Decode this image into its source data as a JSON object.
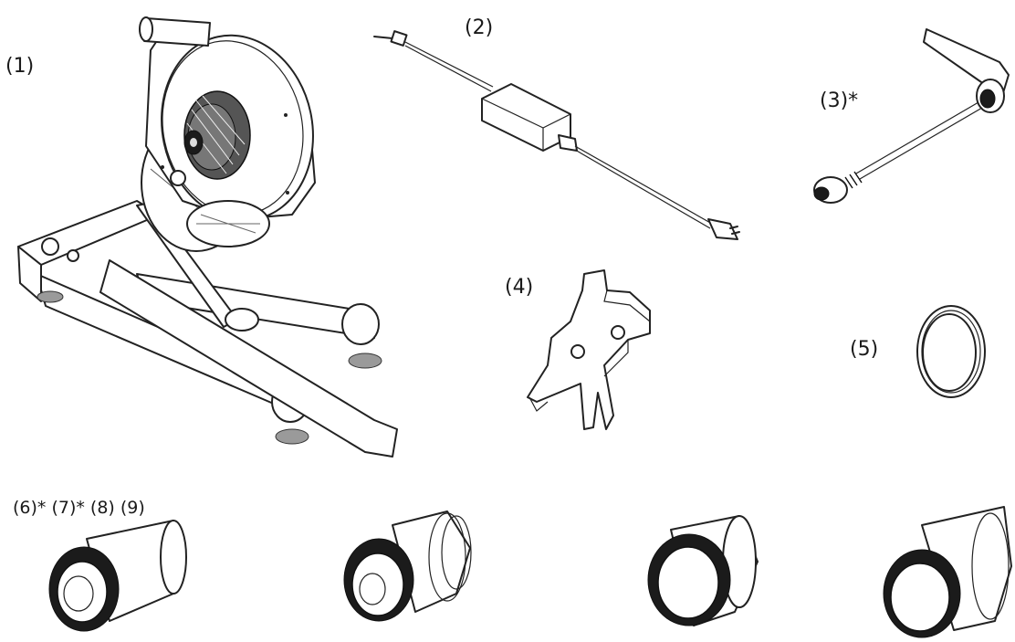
{
  "parts": [
    {
      "id": "trainer",
      "label": "(1)"
    },
    {
      "id": "power-adapter",
      "label": "(2)"
    },
    {
      "id": "thru-axle",
      "label": "(3)*"
    },
    {
      "id": "cassette-tool",
      "label": "(4)"
    },
    {
      "id": "spacer-ring",
      "label": "(5)"
    },
    {
      "id": "axle-adapters",
      "label": "(6)* (7)* (8) (9)"
    }
  ]
}
